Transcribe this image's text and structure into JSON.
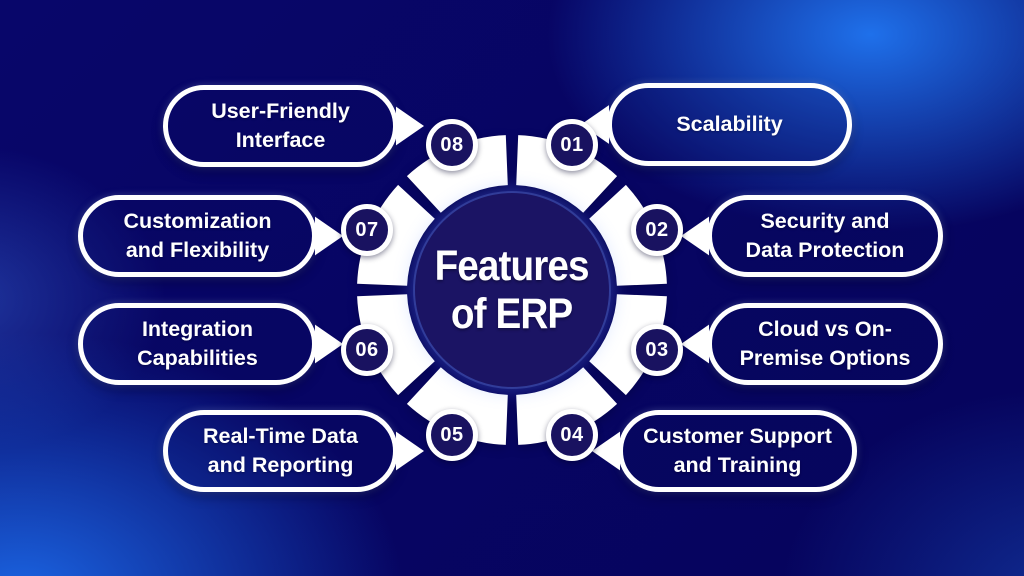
{
  "infographic": {
    "title_line1": "Features",
    "title_line2": "of ERP"
  },
  "items": [
    {
      "num": "01",
      "line1": "Scalability",
      "line2": ""
    },
    {
      "num": "02",
      "line1": "Security and",
      "line2": "Data Protection"
    },
    {
      "num": "03",
      "line1": "Cloud vs On-",
      "line2": "Premise Options"
    },
    {
      "num": "04",
      "line1": "Customer Support",
      "line2": "and Training"
    },
    {
      "num": "05",
      "line1": "Real-Time Data",
      "line2": "and Reporting"
    },
    {
      "num": "06",
      "line1": "Integration",
      "line2": "Capabilities"
    },
    {
      "num": "07",
      "line1": "Customization",
      "line2": "and Flexibility"
    },
    {
      "num": "08",
      "line1": "User-Friendly",
      "line2": "Interface"
    }
  ],
  "colors": {
    "background_navy": "#06045c",
    "glow_blue": "#1b6ef0",
    "shape_navy": "#1b1464",
    "ring_white": "#ffffff"
  }
}
